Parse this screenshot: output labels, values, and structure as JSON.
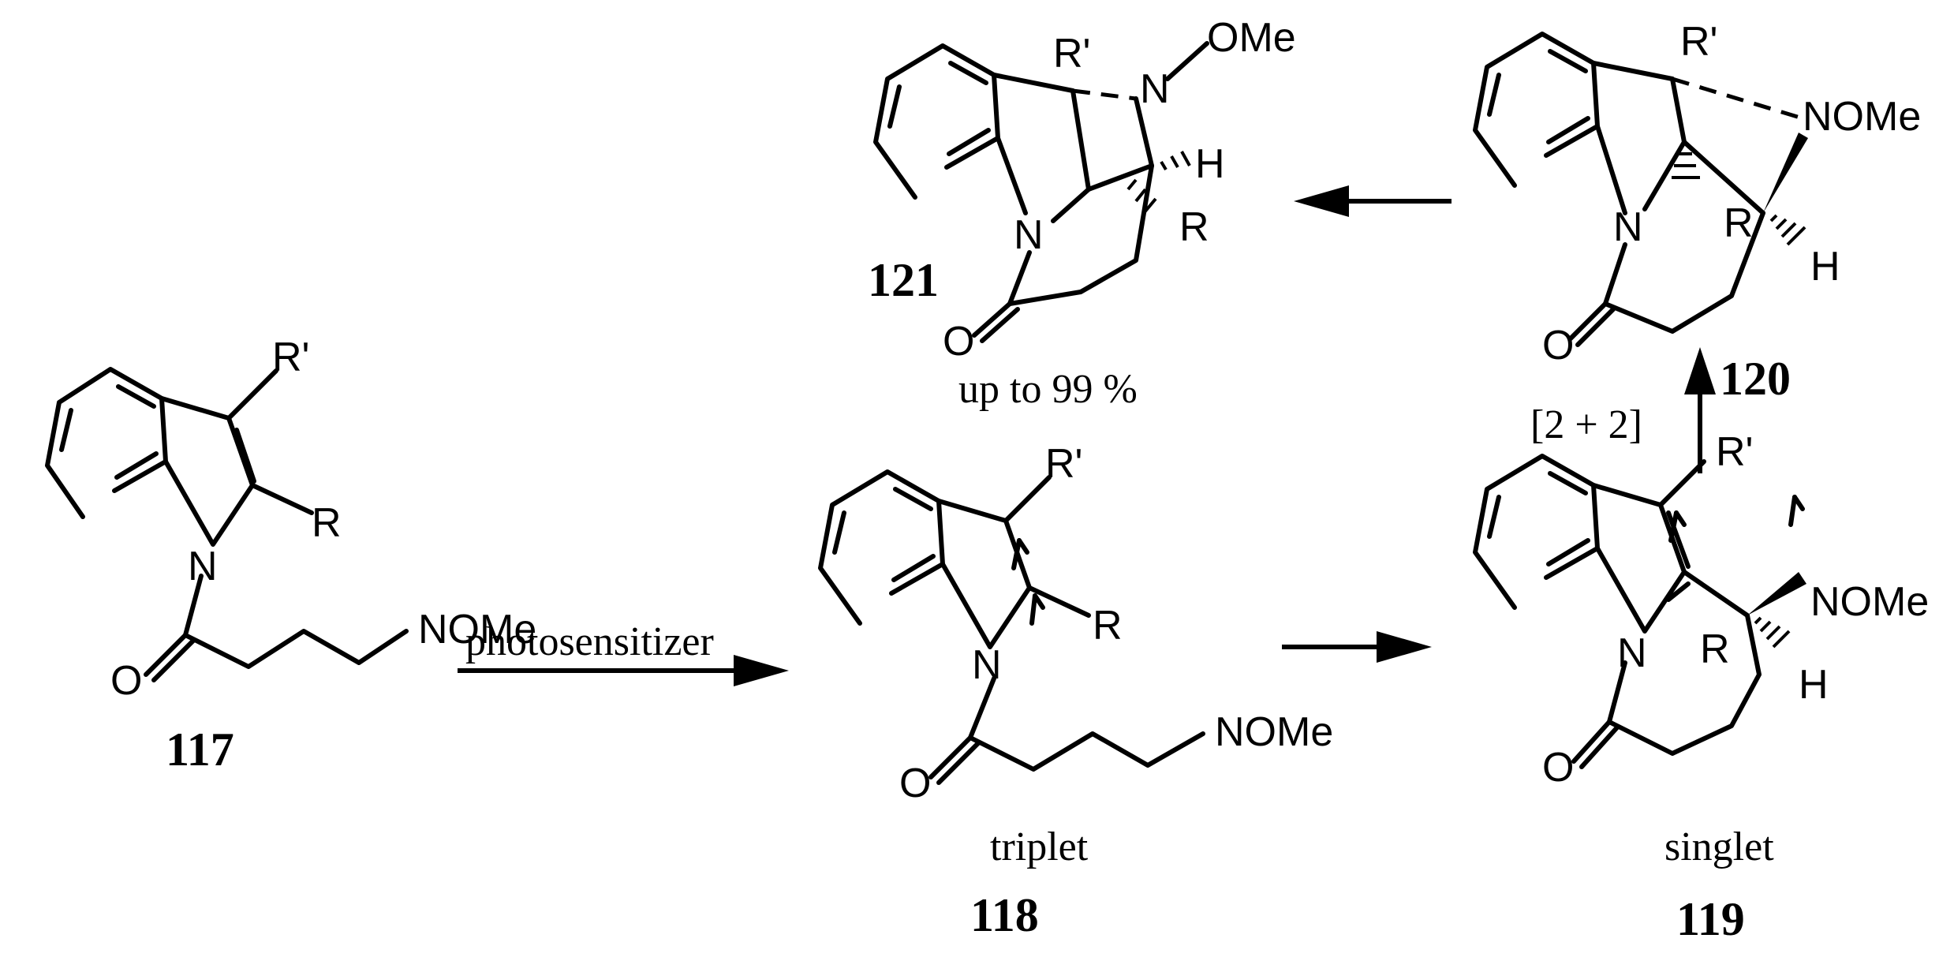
{
  "compounds": {
    "c117": {
      "label": "117",
      "atoms": {
        "r_prime": "R'",
        "r": "R",
        "n_ring": "N",
        "carbonyl_o": "O",
        "oxime": "NOMe"
      }
    },
    "c118": {
      "label": "118",
      "state": "triplet",
      "atoms": {
        "r_prime": "R'",
        "r": "R",
        "n_ring": "N",
        "carbonyl_o": "O",
        "oxime": "NOMe"
      }
    },
    "c119": {
      "label": "119",
      "state": "singlet",
      "atoms": {
        "r_prime": "R'",
        "r": "R",
        "n_ring": "N",
        "carbonyl_o": "O",
        "oxime": "NOMe",
        "h": "H"
      }
    },
    "c120": {
      "label": "120",
      "atoms": {
        "r_prime": "R'",
        "r": "R",
        "n_ring": "N",
        "carbonyl_o": "O",
        "oxime": "NOMe",
        "h": "H"
      }
    },
    "c121": {
      "label": "121",
      "yield": "up to 99 %",
      "atoms": {
        "r_prime": "R'",
        "r": "R",
        "n_ring": "N",
        "carbonyl_o": "O",
        "n_azetidine": "N",
        "ome": "OMe",
        "h": "H"
      }
    }
  },
  "arrows": {
    "step1": {
      "label": "photosensitizer"
    },
    "step2": {
      "label": ""
    },
    "step3": {
      "label": "[2 + 2]"
    },
    "step4": {
      "label": ""
    }
  }
}
